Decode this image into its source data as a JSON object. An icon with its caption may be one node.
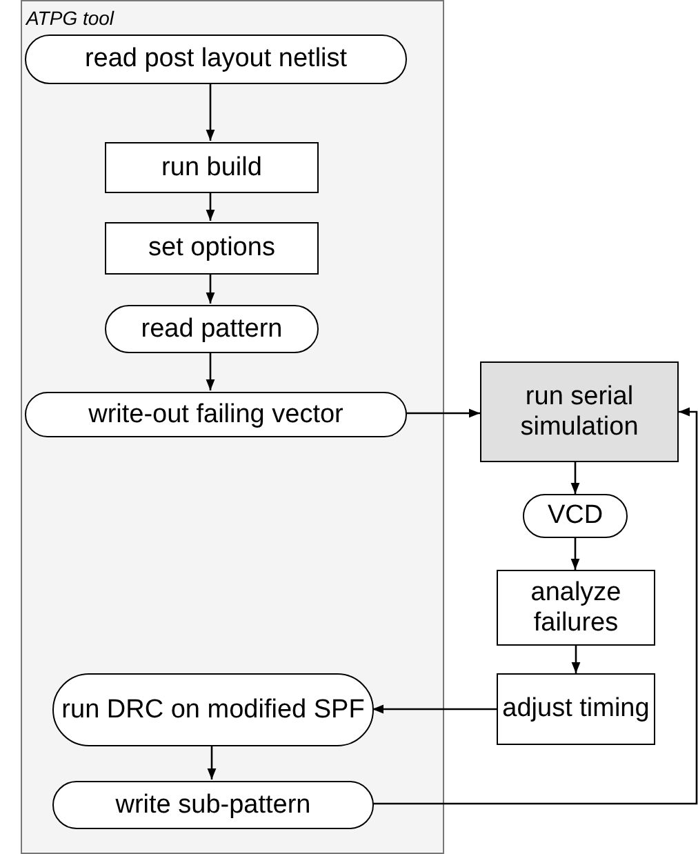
{
  "diagram": {
    "nodes": [
      {
        "text": [
          "ATPG tool"
        ]
      },
      {
        "text": [
          "read post layout netlist"
        ],
        "in": 0
      },
      {
        "text": [
          "run build"
        ],
        "in": 0
      },
      {
        "text": [
          "set options"
        ],
        "in": 0
      },
      {
        "text": [
          "read pattern"
        ],
        "in": 0
      },
      {
        "text": [
          "write-out failing vector"
        ],
        "in": 0
      },
      {
        "text": [
          "run serial simulation"
        ]
      },
      {
        "text": [
          "VCD"
        ]
      },
      {
        "text": [
          "analyze failures"
        ]
      },
      {
        "text": [
          "adjust timing"
        ]
      },
      {
        "text": [
          "run DRC on modified SPF"
        ],
        "in": 0
      },
      {
        "text": [
          "write sub-pattern"
        ],
        "in": 0
      }
    ],
    "edges": [
      {
        "from": 1,
        "to": 2,
        "arrow": "to"
      },
      {
        "from": 2,
        "to": 3,
        "arrow": "to"
      },
      {
        "from": 3,
        "to": 4,
        "arrow": "to"
      },
      {
        "from": 4,
        "to": 5,
        "arrow": "to"
      },
      {
        "from": 5,
        "to": 6,
        "arrow": "to"
      },
      {
        "from": 6,
        "to": 7,
        "arrow": "to"
      },
      {
        "from": 7,
        "to": 8,
        "arrow": "to"
      },
      {
        "from": 8,
        "to": 9,
        "arrow": "to"
      },
      {
        "from": 9,
        "to": 10,
        "arrow": "to"
      },
      {
        "from": 10,
        "to": 11,
        "arrow": "to"
      },
      {
        "from": 11,
        "to": 6,
        "arrow": "to"
      }
    ]
  }
}
